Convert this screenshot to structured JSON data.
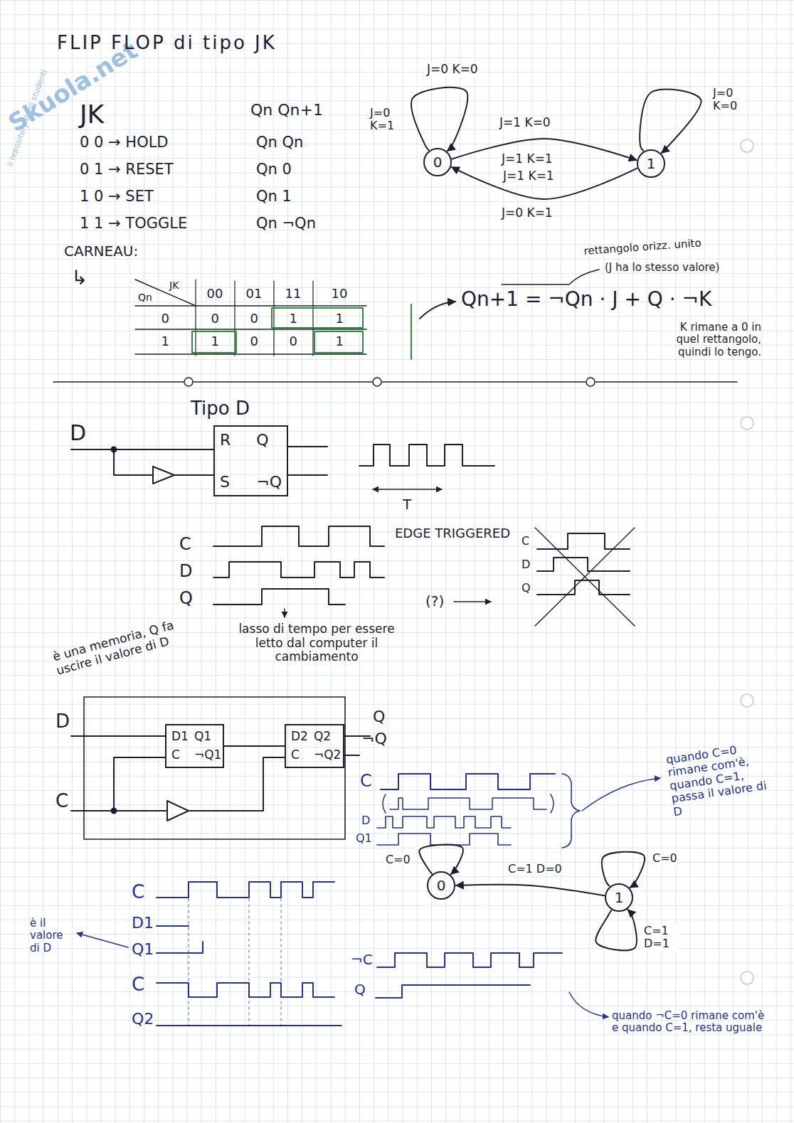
{
  "diagram": {
    "title": "FLIP FLOP di tipo JK",
    "nodes": [
      {
        "text": [
          "0"
        ]
      },
      {
        "text": [
          "1"
        ]
      },
      {
        "text": [
          "R",
          "Q",
          "S",
          "¬Q"
        ]
      },
      {
        "text": [
          "D1",
          "Q1",
          "C",
          "¬Q1"
        ]
      },
      {
        "text": [
          "D2",
          "Q2",
          "C",
          "¬Q2"
        ]
      },
      {
        "text": [
          "0"
        ]
      },
      {
        "text": [
          "1"
        ]
      }
    ],
    "edges": [
      {
        "from": 0,
        "to": 0,
        "arrow": "to",
        "label": "J=0 K=0"
      },
      {
        "from": 0,
        "to": 1,
        "arrow": "to",
        "label": "J=1 K=0"
      },
      {
        "from": 1,
        "to": 1,
        "arrow": "to",
        "label": "J=0 K=0"
      },
      {
        "from": 1,
        "to": 0,
        "arrow": "to",
        "label": "J=1 K=1"
      },
      {
        "from": 3,
        "to": 4,
        "arrow": "none"
      },
      {
        "from": 5,
        "to": 5,
        "arrow": "to",
        "label": "C=0"
      },
      {
        "from": 6,
        "to": 6,
        "arrow": "to",
        "label": "C=0"
      },
      {
        "from": 6,
        "to": 5,
        "arrow": "to",
        "label": "C=1 D=0"
      },
      {
        "from": 6,
        "to": 6,
        "arrow": "to",
        "label": "C=1 D=1"
      }
    ],
    "labels": [
      "Skuola.net",
      "il repository degli studenti",
      "JK",
      "Qn Qn+1",
      "0 0 → HOLD",
      "Qn Qn",
      "0 1 → RESET",
      "Qn 0",
      "1 0 → SET",
      "Qn 1",
      "1 1 → TOGGLE",
      "Qn ¬Qn",
      "CARNEAU:",
      "↳",
      "JK",
      "Qn",
      "00",
      "01",
      "11",
      "10",
      "0",
      "0",
      "0",
      "1",
      "1",
      "1",
      "1",
      "0",
      "0",
      "1",
      "rettangolo orizz. unito",
      "(J ha lo stesso valore)",
      "K rimane a 0 in quel rettangolo, quindi lo tengo.",
      "J=0 K=1",
      "J=1 K=1",
      "J=0 K=1",
      "Tipo D",
      "D",
      "T",
      "C",
      "D",
      "Q",
      "EDGE TRIGGERED",
      "(?)",
      "C",
      "D",
      "Q",
      "lasso di tempo per essere letto dal computer il cambiamento",
      "è una memoria, Q fa uscire il valore di D",
      "D",
      "C",
      "Q",
      "¬Q",
      "C",
      "D",
      "Q1",
      "quando C=0 rimane com'è, quando C=1, passa il valore di D",
      "C",
      "D1",
      "Q1",
      "C",
      "Q2",
      "è il valore di D",
      "¬C",
      "Q",
      "quando ¬C=0 rimane com'è e quando C=1, resta uguale",
      "Qn+1 = ¬Qn · J + Q · ¬K"
    ]
  }
}
